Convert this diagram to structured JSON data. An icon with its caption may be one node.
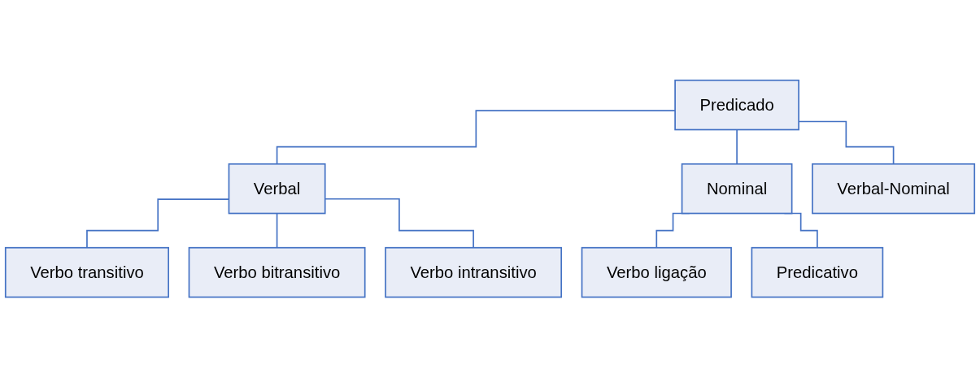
{
  "diagram": {
    "nodes": [
      {
        "text": [
          "Predicado"
        ]
      },
      {
        "text": [
          "Verbal"
        ]
      },
      {
        "text": [
          "Nominal"
        ]
      },
      {
        "text": [
          "Verbal-Nominal"
        ]
      },
      {
        "text": [
          "Verbo transitivo"
        ]
      },
      {
        "text": [
          "Verbo bitransitivo"
        ]
      },
      {
        "text": [
          "Verbo intransitivo"
        ]
      },
      {
        "text": [
          "Verbo ligação"
        ]
      },
      {
        "text": [
          "Predicativo"
        ]
      }
    ],
    "edges": [
      {
        "from": 0,
        "to": 1,
        "arrow": "none"
      },
      {
        "from": 0,
        "to": 2,
        "arrow": "none"
      },
      {
        "from": 0,
        "to": 3,
        "arrow": "none"
      },
      {
        "from": 1,
        "to": 4,
        "arrow": "none"
      },
      {
        "from": 1,
        "to": 5,
        "arrow": "none"
      },
      {
        "from": 1,
        "to": 6,
        "arrow": "none"
      },
      {
        "from": 2,
        "to": 7,
        "arrow": "none"
      },
      {
        "from": 2,
        "to": 8,
        "arrow": "none"
      }
    ]
  }
}
